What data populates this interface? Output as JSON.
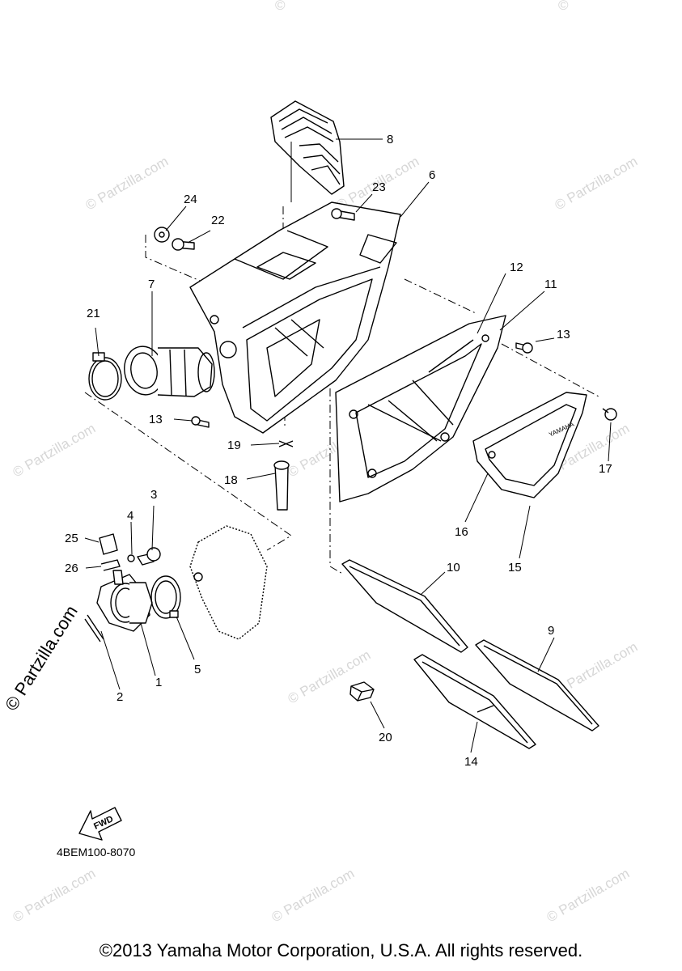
{
  "watermark": {
    "text": "© Partzilla.com",
    "corner_text": "©"
  },
  "diagram_code": "4BEM100-8070",
  "fwd_label": "FWD",
  "decal_text": "YAMAHA",
  "copyright": "©2013 Yamaha Motor Corporation, U.S.A. All rights reserved.",
  "callouts": [
    "8",
    "23",
    "6",
    "24",
    "22",
    "7",
    "21",
    "12",
    "11",
    "13",
    "13",
    "19",
    "18",
    "17",
    "16",
    "15",
    "3",
    "4",
    "25",
    "26",
    "10",
    "9",
    "1",
    "5",
    "2",
    "20",
    "14"
  ]
}
